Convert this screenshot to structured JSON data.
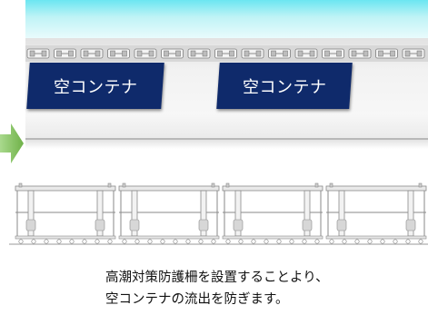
{
  "containers": [
    {
      "label": "空コンテナ"
    },
    {
      "label": "空コンテナ"
    }
  ],
  "caption": {
    "line1": "高潮対策防護柵を設置することより、",
    "line2": "空コンテナの流出を防ぎます。"
  },
  "colors": {
    "sky_top": "#6be6f1",
    "container": "#0f2a6b",
    "arrow": "#8cc86a",
    "barrier_stroke": "#8a8a8a"
  }
}
